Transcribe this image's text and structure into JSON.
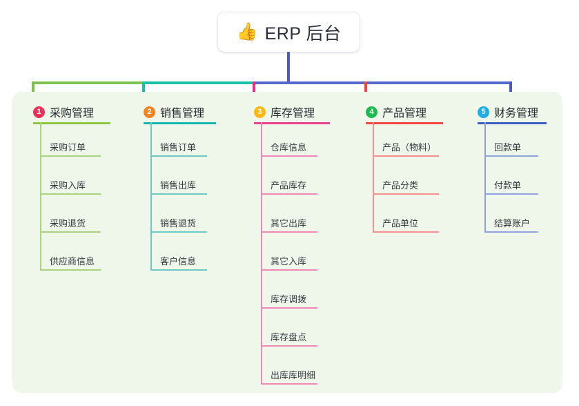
{
  "diagram": {
    "title": "ERP 后台",
    "title_icon": "thumbs-up-icon",
    "title_emoji": "👍",
    "panel_color": "#eef7ea",
    "root_stem_color": "#4f5bc4",
    "connector_segments": [
      {
        "name": "green-segment",
        "color": "#7cc24d"
      },
      {
        "name": "teal-segment",
        "color": "#16c2a3"
      },
      {
        "name": "blue-segment",
        "color": "#5566cc"
      }
    ],
    "columns": [
      {
        "index": "1",
        "title": "采购管理",
        "badge_color": "#e8325a",
        "accent": "#8cc63f",
        "rule_color": "#a9d37e",
        "drop_color": "#7cc24d",
        "items": [
          {
            "label": "采购订单"
          },
          {
            "label": "采购入库"
          },
          {
            "label": "采购退货"
          },
          {
            "label": "供应商信息"
          }
        ]
      },
      {
        "index": "2",
        "title": "销售管理",
        "badge_color": "#f5831f",
        "accent": "#13b5ad",
        "rule_color": "#6ec9c4",
        "drop_color": "#16c2a3",
        "items": [
          {
            "label": "销售订单"
          },
          {
            "label": "销售出库"
          },
          {
            "label": "销售退货"
          },
          {
            "label": "客户信息"
          }
        ]
      },
      {
        "index": "3",
        "title": "库存管理",
        "badge_color": "#fbb713",
        "accent": "#ea3f8f",
        "rule_color": "#ef87b8",
        "drop_color": "#ec2f8b",
        "items": [
          {
            "label": "仓库信息"
          },
          {
            "label": "产品库存"
          },
          {
            "label": "其它出库"
          },
          {
            "label": "其它入库"
          },
          {
            "label": "库存调拨"
          },
          {
            "label": "库存盘点"
          },
          {
            "label": "出库库明细"
          }
        ]
      },
      {
        "index": "4",
        "title": "产品管理",
        "badge_color": "#20ba52",
        "accent": "#f2453d",
        "rule_color": "#f5908c",
        "drop_color": "#f2453d",
        "items": [
          {
            "label": "产品（物料）"
          },
          {
            "label": "产品分类"
          },
          {
            "label": "产品单位"
          }
        ]
      },
      {
        "index": "5",
        "title": "财务管理",
        "badge_color": "#1eaee4",
        "accent": "#3d5cc4",
        "rule_color": "#8fa3dd",
        "drop_color": "#4f5bc4",
        "items": [
          {
            "label": "回款单"
          },
          {
            "label": "付款单"
          },
          {
            "label": "结算账户"
          }
        ]
      }
    ]
  }
}
